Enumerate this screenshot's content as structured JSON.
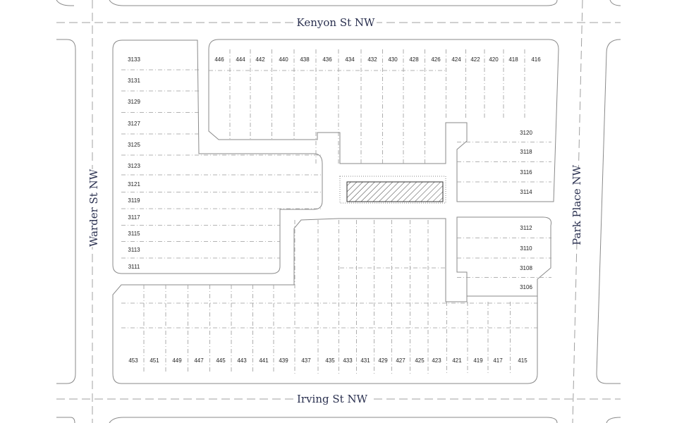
{
  "streets": {
    "kenyon": "Kenyon St NW",
    "irving": "Irving St NW",
    "warder": "Warder St NW",
    "park_place": "Park Place NW"
  },
  "lots": {
    "kenyon_row": [
      "446",
      "444",
      "442",
      "440",
      "438",
      "436",
      "434",
      "432",
      "430",
      "428",
      "426",
      "424",
      "422",
      "420",
      "418",
      "416"
    ],
    "irving_row": [
      "453",
      "451",
      "449",
      "447",
      "445",
      "443",
      "441",
      "439",
      "437",
      "435",
      "433",
      "431",
      "429",
      "427",
      "425",
      "423",
      "421",
      "419",
      "417",
      "415"
    ],
    "warder_column": [
      "3133",
      "3131",
      "3129",
      "3127",
      "3125",
      "3123",
      "3121",
      "3119",
      "3117",
      "3115",
      "3113",
      "3111"
    ],
    "park_place_column": [
      "3120",
      "3118",
      "3116",
      "3114",
      "3112",
      "3110",
      "3108",
      "3106"
    ]
  },
  "colors": {
    "street_text": "#2b3150",
    "lines": "#8a8a8a"
  },
  "highlight": {
    "pattern": "hatched",
    "kind": "building-footprint"
  }
}
